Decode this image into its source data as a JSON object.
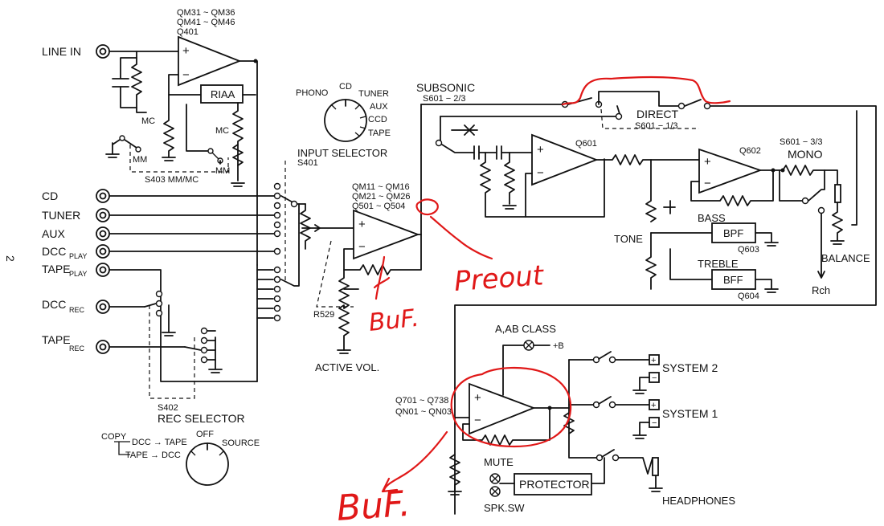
{
  "page_number": "2",
  "inputs": {
    "line_in": "LINE IN",
    "cd": "CD",
    "tuner": "TUNER",
    "aux": "AUX",
    "dcc_play": "DCC",
    "dcc_play_sub": "PLAY",
    "tape_play": "TAPE",
    "tape_play_sub": "PLAY",
    "dcc_rec": "DCC",
    "dcc_rec_sub": "REC",
    "tape_rec": "TAPE",
    "tape_rec_sub": "REC"
  },
  "phono_stage": {
    "opamp_label_1": "QM31 ~ QM36",
    "opamp_label_2": "QM41 ~ QM46",
    "opamp_label_3": "Q401",
    "riaa": "RIAA",
    "mc_1": "MC",
    "mc_2": "MC",
    "mm_1": "MM",
    "mm_2": "MM",
    "switch": "S403  MM/MC"
  },
  "input_selector": {
    "title": "INPUT SELECTOR",
    "switch": "S401",
    "knob_phono": "PHONO",
    "knob_cd": "CD",
    "knob_tuner": "TUNER",
    "knob_aux": "AUX",
    "knob_ccd": "CCD",
    "knob_tape": "TAPE"
  },
  "buffer": {
    "label_1": "QM11 ~ QM16",
    "label_2": "QM21 ~ QM26",
    "label_3": "Q501 ~ Q504",
    "r529": "R529",
    "active_vol": "ACTIVE VOL."
  },
  "rec_selector": {
    "switch": "S402",
    "title": "REC SELECTOR",
    "copy": "COPY",
    "dcc_tape": "DCC → TAPE",
    "tape_dcc": "TAPE → DCC",
    "off": "OFF",
    "source": "SOURCE"
  },
  "tone_stage": {
    "subsonic": "SUBSONIC",
    "subsonic_switch": "S601 − 2/3",
    "direct": "DIRECT",
    "direct_switch": "S601 − 1/3",
    "q601": "Q601",
    "q602": "Q602",
    "mono_switch": "S601 − 3/3",
    "mono": "MONO",
    "bass": "BASS",
    "bpf": "BPF",
    "q603": "Q603",
    "tone": "TONE",
    "treble": "TREBLE",
    "bff": "BFF",
    "q604": "Q604",
    "balance": "BALANCE",
    "rch": "Rch"
  },
  "power_amp": {
    "class": "A,AB CLASS",
    "plus_b": "+B",
    "label_1": "Q701 ~ Q738",
    "label_2": "QN01 ~ QN03",
    "system_2": "SYSTEM 2",
    "system_1": "SYSTEM 1",
    "mute": "MUTE",
    "protector": "PROTECTOR",
    "spk_sw": "SPK.SW",
    "headphones": "HEADPHONES"
  },
  "annotations": {
    "preout": "Preout",
    "buf_1": "BuF.",
    "buf_2": "BuF."
  },
  "colors": {
    "ink": "#111111",
    "annotation_red": "#e01818",
    "paper": "#ffffff"
  }
}
